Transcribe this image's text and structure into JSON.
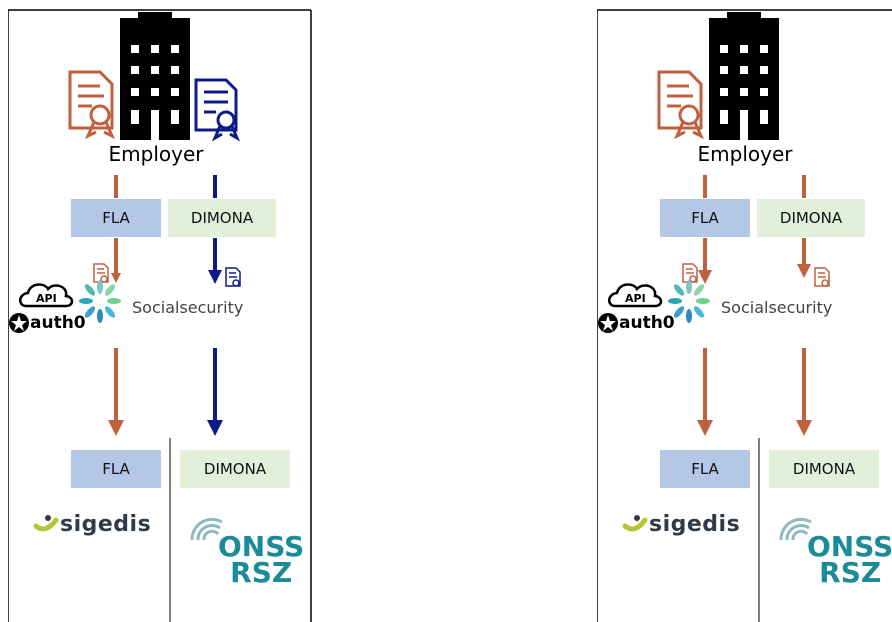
{
  "panels": [
    {
      "employer_label": "Employer",
      "top_boxes": {
        "left": "FLA",
        "right": "DIMONA"
      },
      "middle_label": "Socialsecurity",
      "api_label": "API",
      "auth_label": "auth0",
      "bottom_boxes": {
        "left": "FLA",
        "right": "DIMONA"
      },
      "sigedis_label": "sigedis",
      "onss_line1": "ONSS",
      "onss_line2": "RSZ",
      "right_flow_color": "#0d1a8c"
    },
    {
      "employer_label": "Employer",
      "top_boxes": {
        "left": "FLA",
        "right": "DIMONA"
      },
      "middle_label": "Socialsecurity",
      "api_label": "API",
      "auth_label": "auth0",
      "bottom_boxes": {
        "left": "FLA",
        "right": "DIMONA"
      },
      "sigedis_label": "sigedis",
      "onss_line1": "ONSS",
      "onss_line2": "RSZ",
      "right_flow_color": "#c0603f"
    }
  ],
  "colors": {
    "left_flow": "#c0603f",
    "box_blue": "#b4c7e7",
    "box_green": "#e2f0d9",
    "onss_teal": "#1b8a99"
  },
  "icons": [
    "building-icon",
    "certificate-icon",
    "api-cloud-icon",
    "auth0-star-icon",
    "social-security-flower-icon",
    "sigedis-logo-icon",
    "onss-logo-icon"
  ]
}
